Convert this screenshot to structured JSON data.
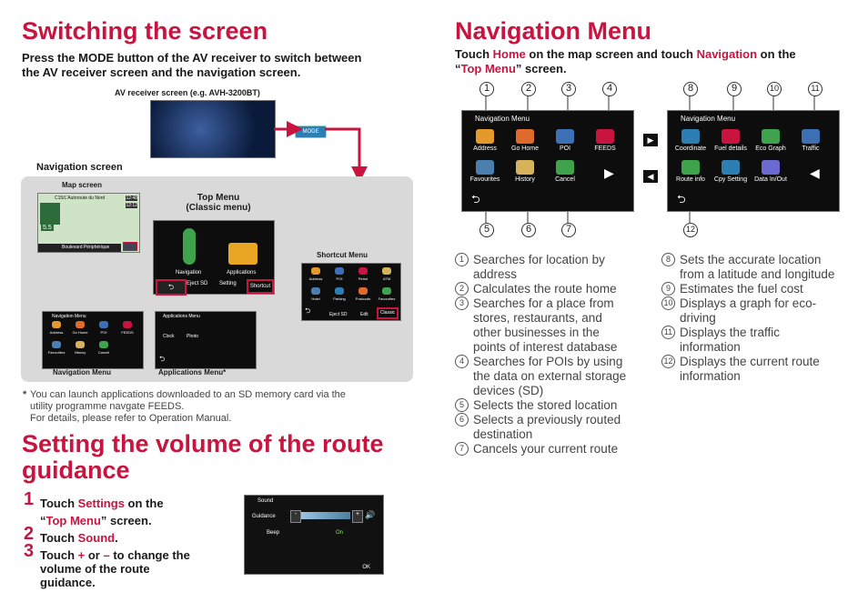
{
  "left": {
    "switching_title": "Switching the screen",
    "switching_intro_1": "Press the MODE button of the AV receiver to switch between",
    "switching_intro_2": "the AV receiver screen and the navigation screen.",
    "av_caption": "AV receiver screen (e.g. AVH-3200BT)",
    "mode_label": "MODE",
    "nav_screen_label": "Navigation screen",
    "map_screen_label": "Map screen",
    "map_road": "C15/L'Autoroute du Nord",
    "map_dist": "5.5",
    "map_street": "Boulevard Périphérique",
    "map_time1": "12:48",
    "map_time2": "12:12",
    "top_menu_label": "Top Menu",
    "classic_menu_label": "(Classic menu)",
    "tm_navigation": "Navigation",
    "tm_applications": "Applications",
    "tm_eject": "Eject SD",
    "tm_settings": "Setting",
    "tm_shortcut": "Shortcut",
    "shortcut_menu_label": "Shortcut Menu",
    "sc_items": [
      "Address",
      "POI",
      "Petrol",
      "ATM",
      "Hotel",
      "Parking",
      "Postcode",
      "Favourites"
    ],
    "sc_eject": "Eject SD",
    "sc_edit": "Edit",
    "sc_classic": "Classic",
    "navmenu_small_title": "Navigation Menu",
    "navmenu_small_items": [
      "Address",
      "Go Home",
      "POI",
      "FEEDS",
      "Favourites",
      "History",
      "Cancel"
    ],
    "navigation_menu_caption": "Navigation Menu",
    "apps_small_title": "Applications Menu",
    "apps_small_items": [
      "Clock",
      "Photo"
    ],
    "applications_menu_caption": "Applications Menu*",
    "footnote_star": "*",
    "footnote_1": "You can launch applications downloaded to an SD memory card via the",
    "footnote_2": "utility programme navgate FEEDS.",
    "footnote_3": "For details, please refer to Operation Manual.",
    "volume_title_1": "Setting the volume of the route",
    "volume_title_2": "guidance",
    "steps": [
      {
        "num": "1",
        "pre": "Touch ",
        "link": "Settings",
        "post": " on the",
        "line2_pre": "“",
        "line2_link": "Top Menu",
        "line2_post": "” screen."
      },
      {
        "num": "2",
        "pre": "Touch ",
        "link": "Sound",
        "post": "."
      },
      {
        "num": "3",
        "pre": "Touch ",
        "link": "+",
        "mid": " or ",
        "link2": "–",
        "post": " to change the",
        "line2": "volume of the route",
        "line3": "guidance."
      }
    ],
    "sound_title": "Sound",
    "sound_guidance": "Guidance",
    "sound_minus": "-",
    "sound_plus": "+",
    "sound_beep": "Beep",
    "sound_on": "On",
    "sound_ok": "OK"
  },
  "right": {
    "nav_title": "Navigation Menu",
    "intro_pre": "Touch ",
    "intro_home": "Home",
    "intro_mid": " on the map screen and touch ",
    "intro_nav": "Navigation",
    "intro_post": " on the",
    "intro2_pre": "“",
    "intro2_link": "Top Menu",
    "intro2_post": "” screen.",
    "screen1_title": "Navigation Menu",
    "screen1_items": [
      "Address",
      "Go Home",
      "POI",
      "FEEDS",
      "Favourites",
      "History",
      "Cancel"
    ],
    "screen2_title": "Navigation Menu",
    "screen2_items": [
      "Coordinate",
      "Fuel details",
      "Eco Graph",
      "Traffic",
      "Route info",
      "Cpy Setting",
      "Data In/Out"
    ],
    "next_arrow": "▶",
    "prev_arrow": "◀",
    "callouts_top": [
      "1",
      "2",
      "3",
      "4",
      "8",
      "9",
      "10",
      "11"
    ],
    "callouts_bottom": [
      "5",
      "6",
      "7",
      "12"
    ],
    "list_left": [
      {
        "n": "1",
        "text": [
          "Searches for location by",
          "address"
        ]
      },
      {
        "n": "2",
        "text": [
          "Calculates the route home"
        ]
      },
      {
        "n": "3",
        "text": [
          "Searches for a place from",
          "stores, restaurants, and",
          "other businesses in the",
          "points of interest database"
        ]
      },
      {
        "n": "4",
        "text": [
          "Searches for POIs by using",
          "the data on external storage",
          "devices (SD)"
        ]
      },
      {
        "n": "5",
        "text": [
          "Selects the stored location"
        ]
      },
      {
        "n": "6",
        "text": [
          "Selects a previously routed",
          "destination"
        ]
      },
      {
        "n": "7",
        "text": [
          "Cancels your current route"
        ]
      }
    ],
    "list_right": [
      {
        "n": "8",
        "text": [
          "Sets the accurate location",
          "from a latitude and longitude"
        ]
      },
      {
        "n": "9",
        "text": [
          "Estimates the fuel cost"
        ]
      },
      {
        "n": "10",
        "text": [
          "Displays a graph for eco-",
          "driving"
        ]
      },
      {
        "n": "11",
        "text": [
          "Displays the traffic",
          "information"
        ]
      },
      {
        "n": "12",
        "text": [
          "Displays the current route",
          "information"
        ]
      }
    ]
  },
  "colors": {
    "accent": "#c8143f",
    "panel": "#d9d9d9"
  }
}
